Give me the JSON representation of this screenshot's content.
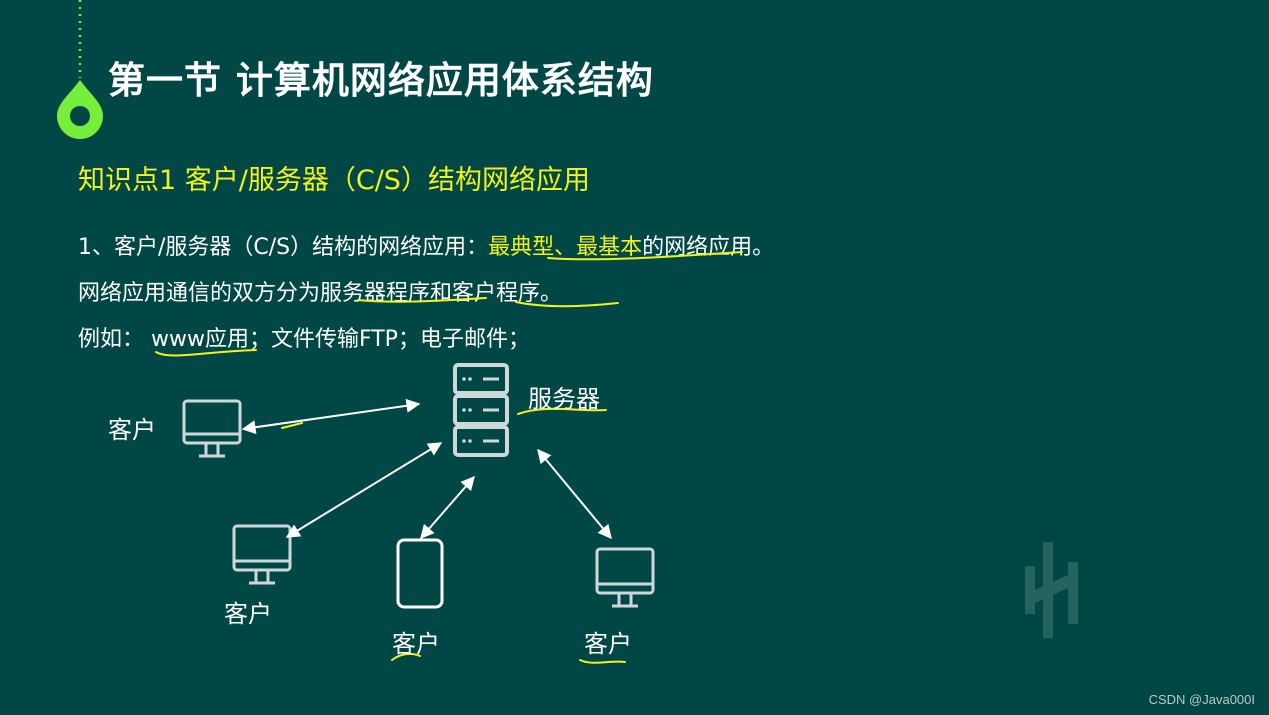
{
  "slide": {
    "title": "第一节 计算机网络应用体系结构",
    "subtitle": "知识点1 客户/服务器（C/S）结构网络应用",
    "line1": {
      "prefix": "1、客户/服务器（C/S）结构的网络应用：",
      "highlight": "最典型、最基本",
      "suffix": "的网络应用。"
    },
    "line2": "网络应用通信的双方分为服务器程序和客户程序。",
    "line3": "例如： www应用；文件传输FTP；电子邮件；"
  },
  "diagram": {
    "server_label": "服务器",
    "client_labels": [
      "客户",
      "客户",
      "客户",
      "客户"
    ]
  },
  "footer": {
    "credit": "CSDN @Java000I"
  },
  "colors": {
    "background": "#014746",
    "highlight": "#f2f21a",
    "logo_green": "#76ee3b"
  }
}
